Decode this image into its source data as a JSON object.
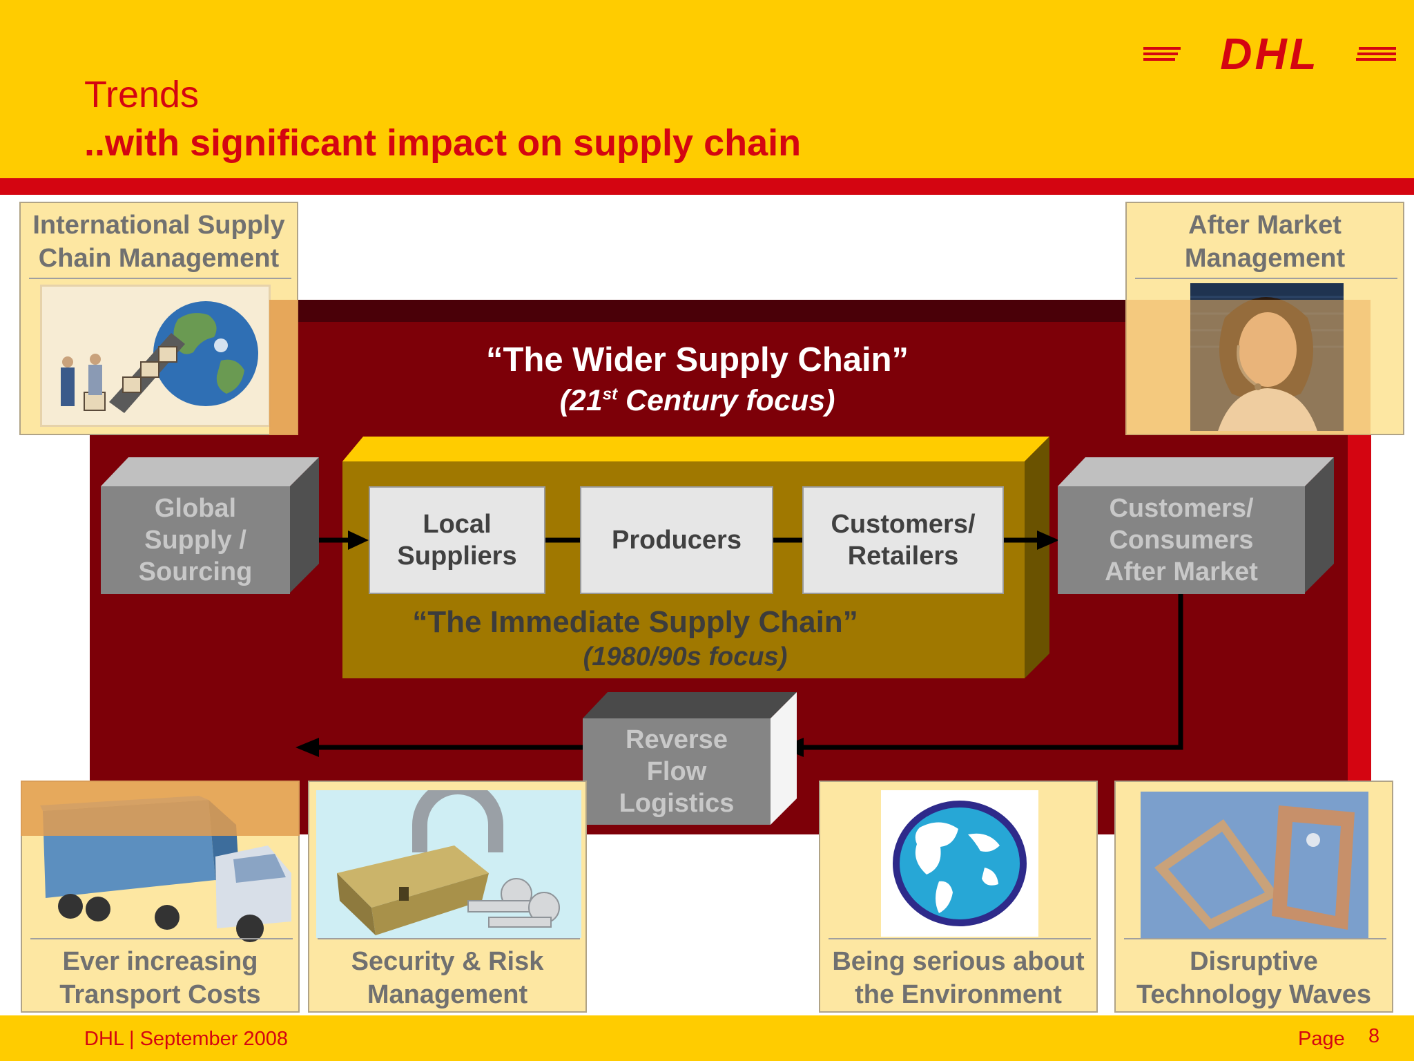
{
  "header": {
    "title": "Trends",
    "subtitle": "..with significant impact on supply chain",
    "logo_text": "DHL"
  },
  "footer": {
    "left": "DHL | September 2008",
    "page_label": "Page",
    "page_number": "8"
  },
  "wider_chain": {
    "title": "“The Wider Supply Chain”",
    "subtitle_pre": "(21",
    "subtitle_sup": "st",
    "subtitle_post": " Century focus)"
  },
  "immediate_chain": {
    "title": "“The Immediate Supply Chain”",
    "subtitle": "(1980/90s focus)",
    "boxes": {
      "local_suppliers": "Local\nSuppliers",
      "producers": "Producers",
      "customers_retailers": "Customers/\nRetailers"
    }
  },
  "outer_nodes": {
    "global_sourcing": "Global\nSupply /\nSourcing",
    "customers_consumers": "Customers/\nConsumers\nAfter Market",
    "reverse_flow": "Reverse\nFlow\nLogistics"
  },
  "trends": {
    "international_scm": "International Supply\nChain Management",
    "after_market": "After Market\nManagement",
    "transport_costs": "Ever increasing\nTransport Costs",
    "security_risk": "Security & Risk\nManagement",
    "environment": "Being serious about\nthe Environment",
    "disruptive_tech": "Disruptive\nTechnology Waves"
  },
  "colors": {
    "dhl_yellow": "#ffcc00",
    "dhl_red": "#d40511",
    "wider_chain_bg": "#7d0008",
    "immediate_chain_bg": "#a07800"
  }
}
